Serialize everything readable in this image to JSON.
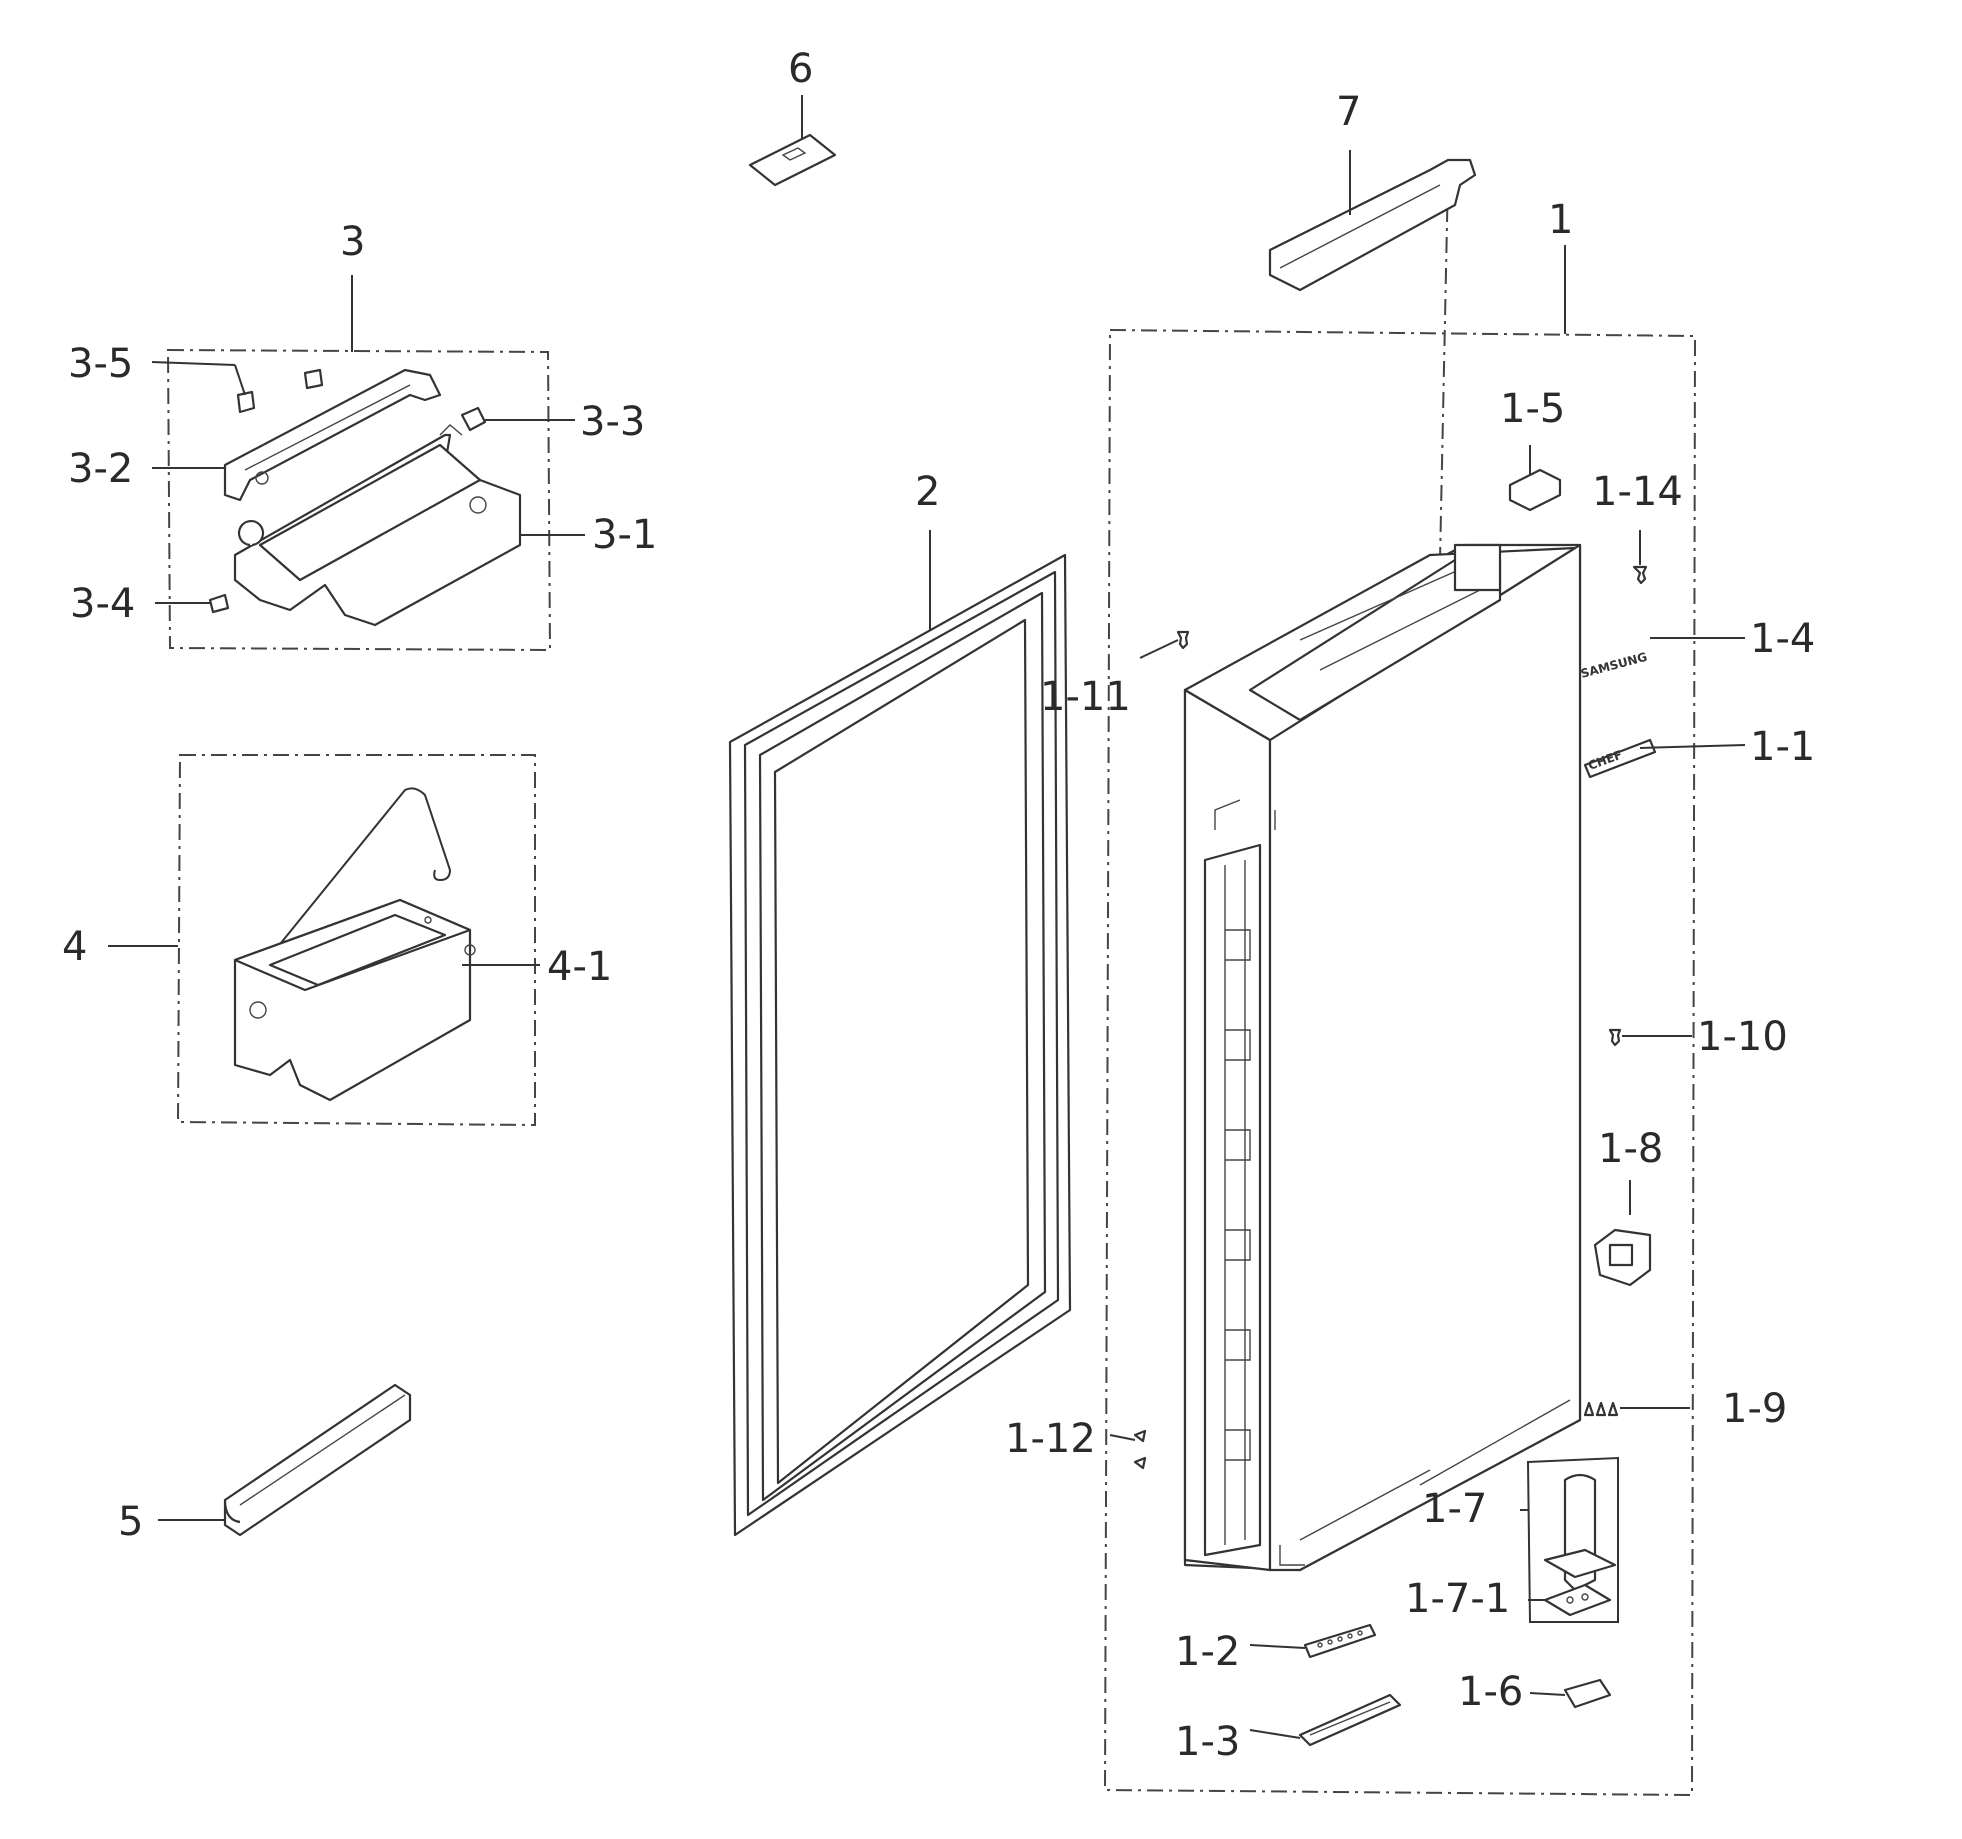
{
  "callouts": [
    {
      "id": "1",
      "text": "1"
    },
    {
      "id": "1-1",
      "text": "1-1"
    },
    {
      "id": "1-2",
      "text": "1-2"
    },
    {
      "id": "1-3",
      "text": "1-3"
    },
    {
      "id": "1-4",
      "text": "1-4"
    },
    {
      "id": "1-5",
      "text": "1-5"
    },
    {
      "id": "1-6",
      "text": "1-6"
    },
    {
      "id": "1-7",
      "text": "1-7"
    },
    {
      "id": "1-7-1",
      "text": "1-7-1"
    },
    {
      "id": "1-8",
      "text": "1-8"
    },
    {
      "id": "1-9",
      "text": "1-9"
    },
    {
      "id": "1-10",
      "text": "1-10"
    },
    {
      "id": "1-11",
      "text": "1-11"
    },
    {
      "id": "1-12",
      "text": "1-12"
    },
    {
      "id": "1-14",
      "text": "1-14"
    },
    {
      "id": "2",
      "text": "2"
    },
    {
      "id": "3",
      "text": "3"
    },
    {
      "id": "3-1",
      "text": "3-1"
    },
    {
      "id": "3-2",
      "text": "3-2"
    },
    {
      "id": "3-3",
      "text": "3-3"
    },
    {
      "id": "3-4",
      "text": "3-4"
    },
    {
      "id": "3-5",
      "text": "3-5"
    },
    {
      "id": "4",
      "text": "4"
    },
    {
      "id": "4-1",
      "text": "4-1"
    },
    {
      "id": "5",
      "text": "5"
    },
    {
      "id": "6",
      "text": "6"
    },
    {
      "id": "7",
      "text": "7"
    }
  ],
  "badges": {
    "brand": "SAMSUNG",
    "model": "CHEF"
  }
}
